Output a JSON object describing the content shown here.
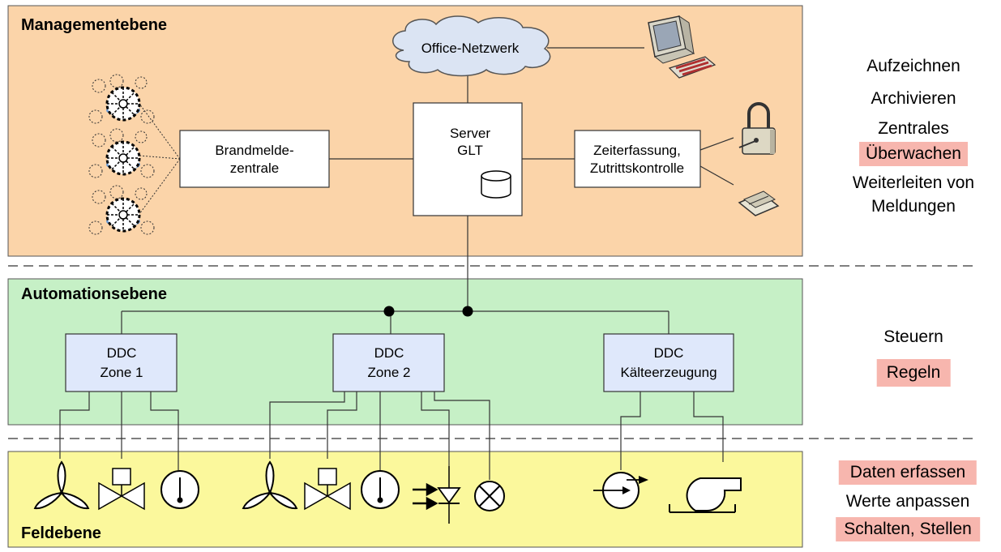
{
  "levels": {
    "management": {
      "title": "Managementebene",
      "fill": "#fbd4a9"
    },
    "automation": {
      "title": "Automationsebene",
      "fill": "#c6f0c6"
    },
    "field": {
      "title": "Feldebene",
      "fill": "#fbf89c"
    }
  },
  "boxes": {
    "office_network": "Office-Netzwerk",
    "fire_panel": [
      "Brandmelde-",
      "zentrale"
    ],
    "server": [
      "Server",
      "GLT"
    ],
    "access_control": [
      "Zeiterfassung,",
      "Zutrittskontrolle"
    ],
    "ddc_zone1": [
      "DDC",
      "Zone 1"
    ],
    "ddc_zone2": [
      "DDC",
      "Zone 2"
    ],
    "ddc_cooling": [
      "DDC",
      "Kälteerzeugung"
    ]
  },
  "functions": {
    "management": [
      {
        "text": "Aufzeichnen",
        "highlight": false
      },
      {
        "text": "Archivieren",
        "highlight": false
      },
      {
        "text": "Zentrales",
        "highlight": false
      },
      {
        "text": "Überwachen",
        "highlight": true
      },
      {
        "text": "Weiterleiten von",
        "highlight": false
      },
      {
        "text": "Meldungen",
        "highlight": false
      }
    ],
    "automation": [
      {
        "text": "Steuern",
        "highlight": false
      },
      {
        "text": "Regeln",
        "highlight": true
      }
    ],
    "field": [
      {
        "text": "Daten erfassen",
        "highlight": true
      },
      {
        "text": "Werte anpassen",
        "highlight": false
      },
      {
        "text": "Schalten, Stellen",
        "highlight": true
      }
    ]
  },
  "colors": {
    "highlight": "#f7b6ae",
    "box_fill": "#ffffff",
    "ddc_fill": "#dfe8fb",
    "cloud_fill": "#dbe4f3"
  },
  "icons": [
    "smoke-detector-icon",
    "computer-icon",
    "padlock-icon",
    "card-reader-icon",
    "database-icon",
    "fan-icon",
    "valve-icon",
    "gauge-icon",
    "light-sensor-icon",
    "lamp-icon",
    "pump-icon",
    "blower-icon"
  ]
}
